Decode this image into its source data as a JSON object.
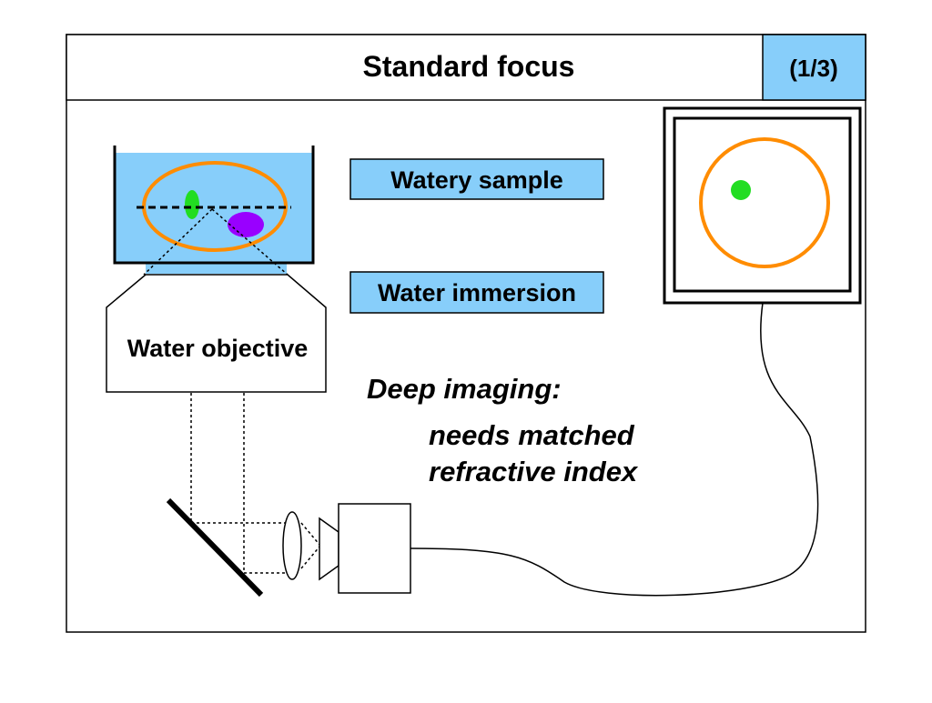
{
  "header": {
    "title": "Standard focus",
    "page_indicator": "(1/3)"
  },
  "labels": {
    "watery_sample": "Watery sample",
    "water_immersion": "Water immersion",
    "water_objective": "Water objective"
  },
  "note": {
    "line1": "Deep imaging:",
    "line2": "needs matched",
    "line3": "refractive index"
  },
  "colors": {
    "water": "#87cefa",
    "sample_ring": "#ff8c00",
    "green_cell": "#22dd22",
    "purple_cell": "#9900ff",
    "border": "#000000"
  }
}
